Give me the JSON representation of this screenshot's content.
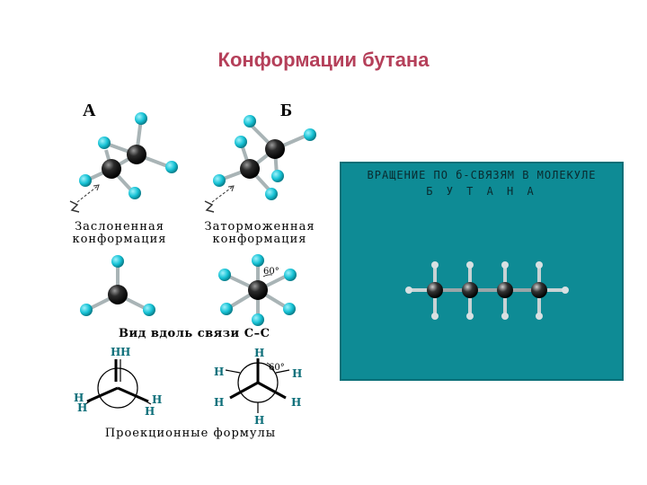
{
  "title": "Конформации бутана",
  "panel_a_letter": "А",
  "panel_b_letter": "Б",
  "eclipsed_line1": "Заслоненная",
  "eclipsed_line2": "конформация",
  "staggered_line1": "Заторможенная",
  "staggered_line2": "конформация",
  "angle_label": "60°",
  "view_caption": "Вид вдоль связи С–С",
  "projection_caption": "Проекционные формулы",
  "h_atom": "H",
  "animation_line1": "ВРАЩЕНИЕ ПО б-СВЯЗЯМ В МОЛЕКУЛЕ",
  "animation_line2": "Б У Т А Н А",
  "colors": {
    "title": "#b5405a",
    "panel": "#0e8b95",
    "hydrogen": "#17c3d6",
    "carbon": "#222222"
  }
}
